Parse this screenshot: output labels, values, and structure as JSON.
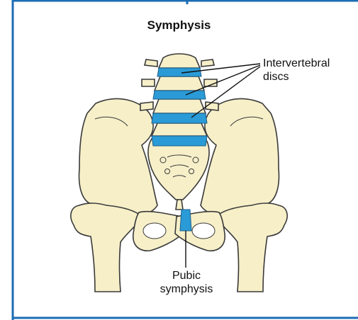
{
  "figure": {
    "title": "Symphysis",
    "labels": {
      "intervertebral_discs": [
        "Intervertebral",
        "discs"
      ],
      "pubic_symphysis": [
        "Pubic",
        "symphysis"
      ]
    },
    "colors": {
      "border": "#1c6cb5",
      "bone_fill": "#f6efc8",
      "bone_outline": "#3a3a3a",
      "cartilage": "#2a9bd6"
    }
  }
}
